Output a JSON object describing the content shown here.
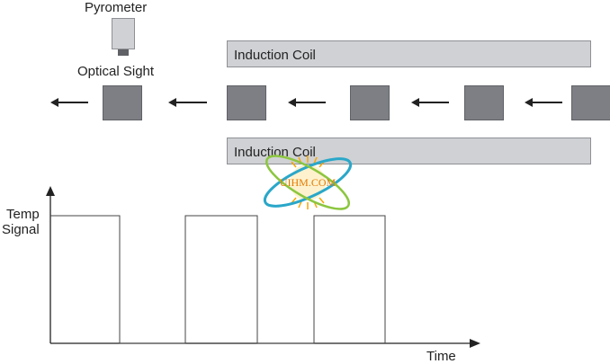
{
  "pyrometer": {
    "label": "Pyrometer",
    "sight_label": "Optical Sight"
  },
  "coils": {
    "top_label": "Induction Coil",
    "bottom_label": "Induction Coil"
  },
  "blocks": [
    {
      "name": "workpiece-1"
    },
    {
      "name": "workpiece-2"
    },
    {
      "name": "workpiece-3"
    },
    {
      "name": "workpiece-4"
    },
    {
      "name": "workpiece-5"
    }
  ],
  "graph": {
    "ylabel_line1": "Temp",
    "ylabel_line2": "Signal",
    "xlabel": "Time",
    "pulses": 3
  },
  "watermark": {
    "text": "UIHM.COM"
  },
  "colors": {
    "block": "#7d7f84",
    "coil": "#cfd1d4",
    "logo_ring": "#2aa7c9",
    "logo_ring2": "#8cc63f",
    "logo_sun": "#f7a600"
  }
}
